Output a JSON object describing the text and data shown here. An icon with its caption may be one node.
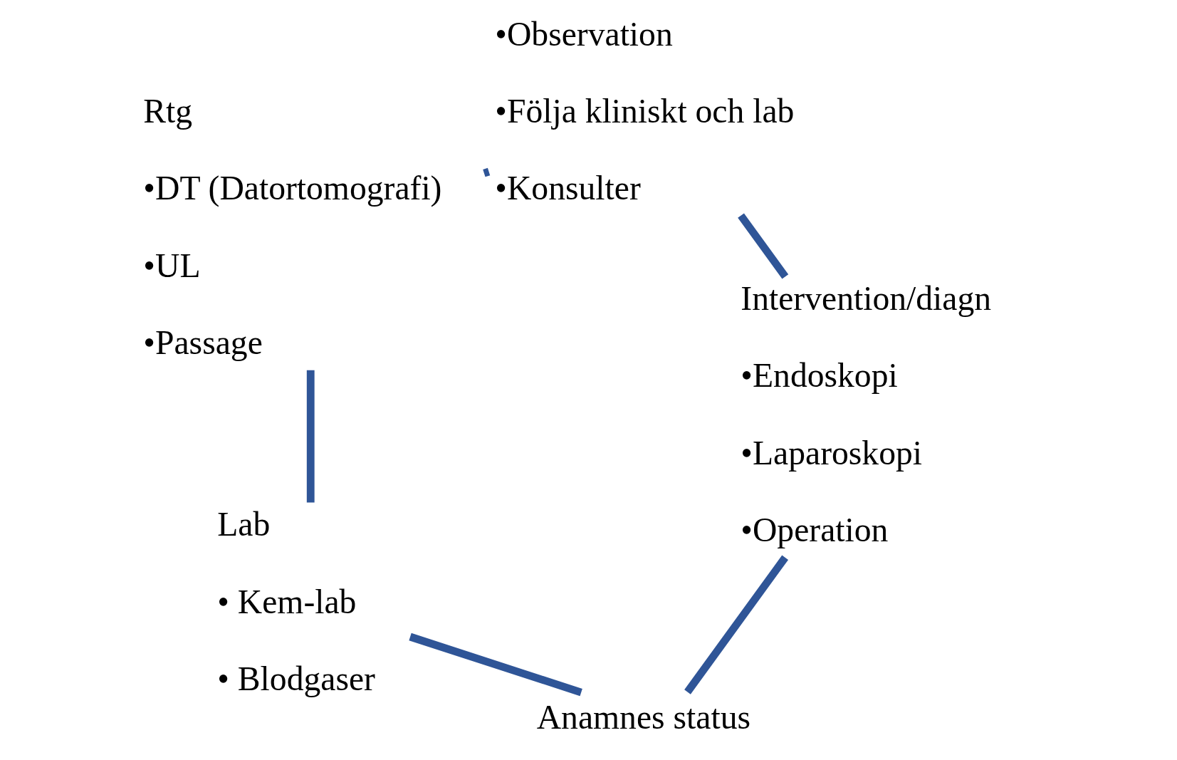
{
  "diagram": {
    "nodes": [
      {
        "text": [
          "Anamnes status"
        ]
      },
      {
        "text": [
          "Lab",
          "• Kem-lab",
          "• Blodgaser"
        ]
      },
      {
        "text": [
          "Rtg",
          "•DT (Datortomografi)",
          "•UL",
          "•Passage"
        ]
      },
      {
        "text": [
          "•Observation",
          "•Följa kliniskt och lab",
          "•Konsulter"
        ]
      },
      {
        "text": [
          "Intervention/diagn",
          "•Endoskopi",
          "•Laparoskopi",
          "•Operation"
        ]
      }
    ],
    "edges": [
      {
        "from": 0,
        "to": 1,
        "arrow": "none"
      },
      {
        "from": 1,
        "to": 2,
        "arrow": "none"
      },
      {
        "from": 2,
        "to": 3,
        "arrow": "none"
      },
      {
        "from": 3,
        "to": 4,
        "arrow": "none"
      },
      {
        "from": 4,
        "to": 0,
        "arrow": "none"
      }
    ]
  }
}
